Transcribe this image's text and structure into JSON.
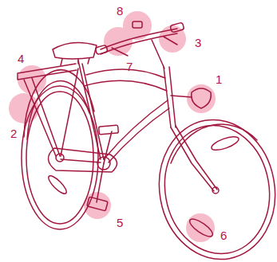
{
  "diagram": {
    "labels": [
      "8",
      "3",
      "4",
      "7",
      "1",
      "2",
      "5",
      "6"
    ]
  }
}
